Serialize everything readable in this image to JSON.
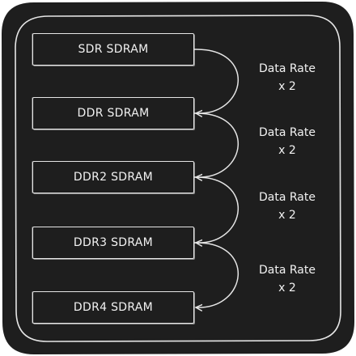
{
  "diagram": {
    "background_color": "#1e1e1e",
    "stroke_color": "#e6e6e6",
    "nodes": [
      {
        "label": "SDR SDRAM"
      },
      {
        "label": "DDR SDRAM"
      },
      {
        "label": "DDR2 SDRAM"
      },
      {
        "label": "DDR3 SDRAM"
      },
      {
        "label": "DDR4 SDRAM"
      }
    ],
    "edges": [
      {
        "line1": "Data Rate",
        "line2": "x 2"
      },
      {
        "line1": "Data Rate",
        "line2": "x 2"
      },
      {
        "line1": "Data Rate",
        "line2": "x 2"
      },
      {
        "line1": "Data Rate",
        "line2": "x 2"
      }
    ]
  }
}
